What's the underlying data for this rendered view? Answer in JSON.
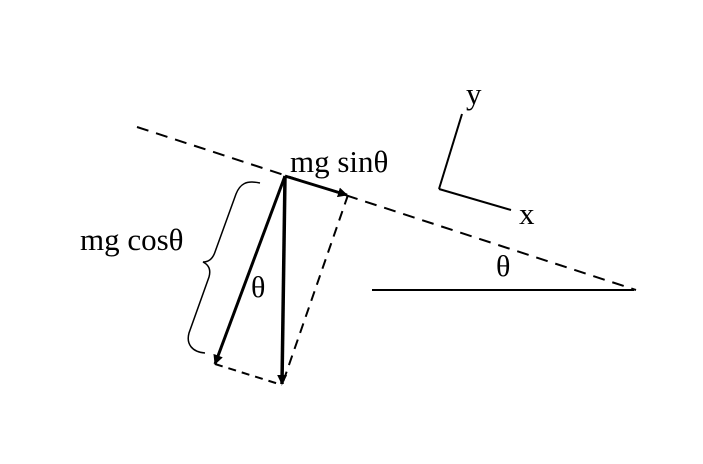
{
  "labels": {
    "mg_sin": "mg sinθ",
    "mg_cos": "mg cosθ",
    "theta_vectors": "θ",
    "theta_incline": "θ",
    "axis_x": "x",
    "axis_y": "y"
  },
  "colors": {
    "ink": "#000000",
    "background": "#ffffff"
  }
}
